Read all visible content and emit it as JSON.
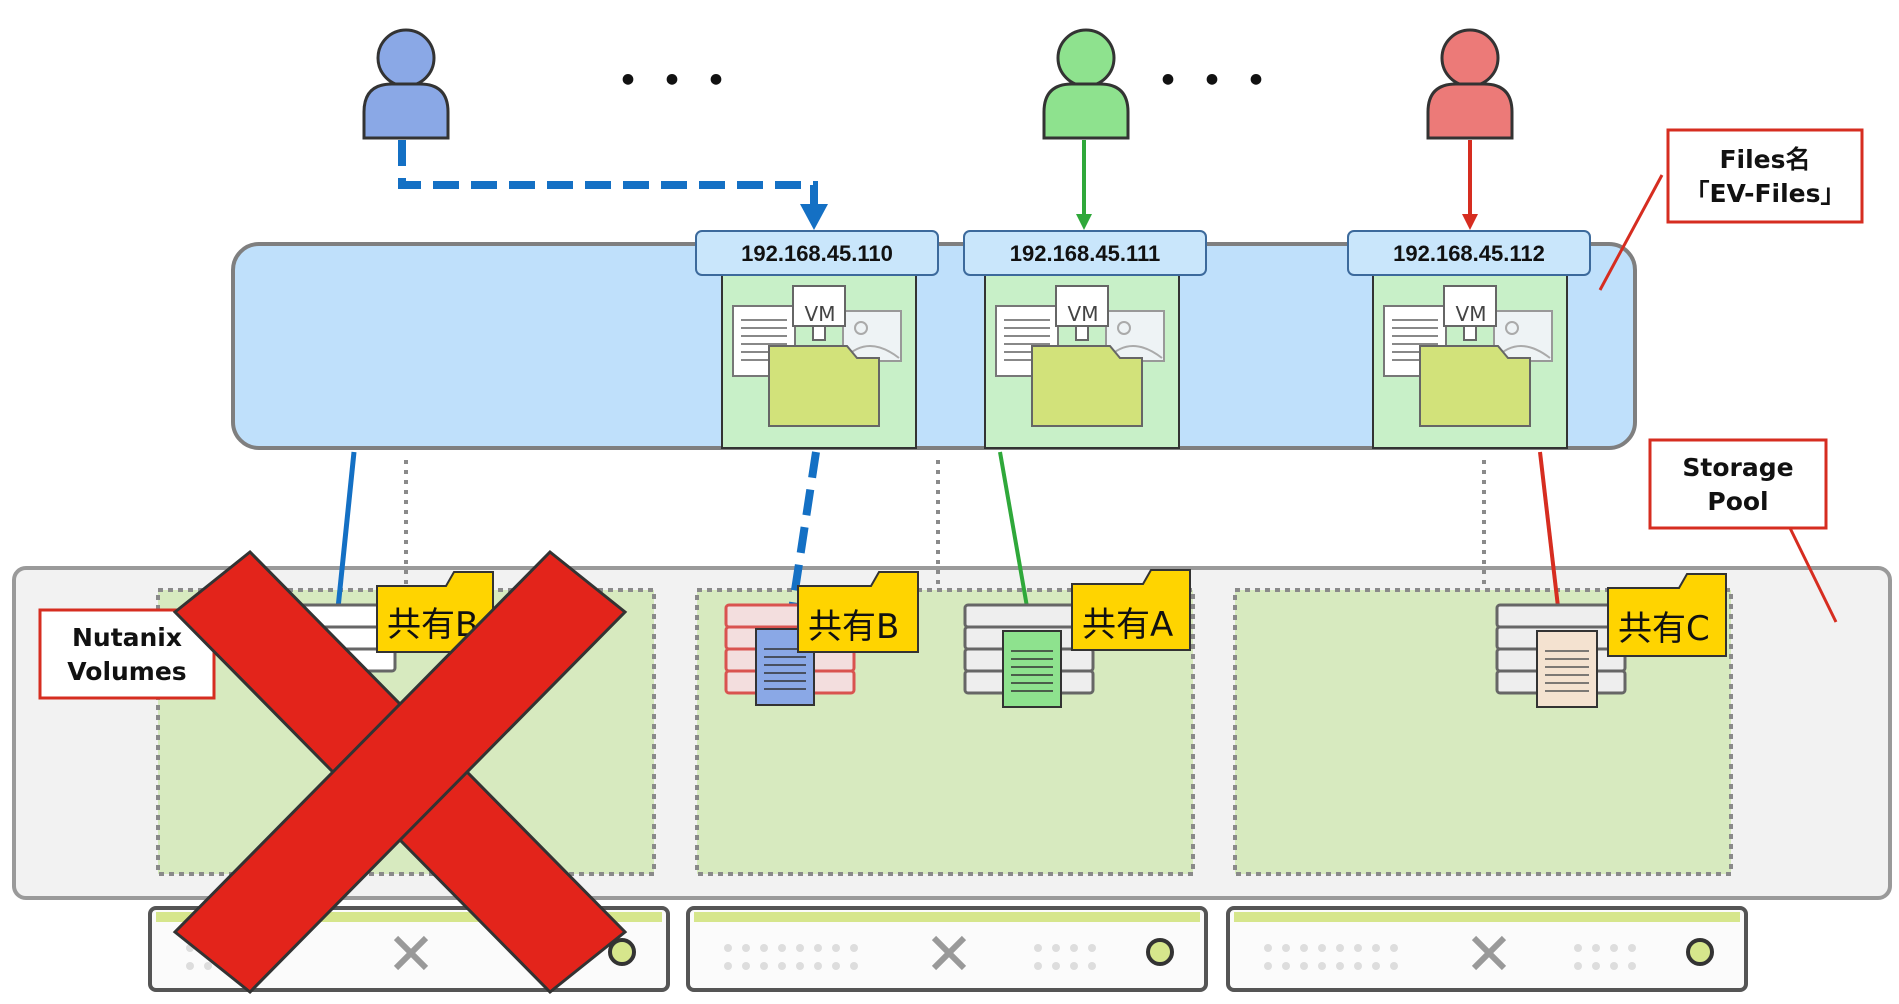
{
  "users": {
    "blue": {
      "color": "#8aa8e6",
      "icon": "user-icon"
    },
    "green": {
      "color": "#8ee28e",
      "icon": "user-icon"
    },
    "red": {
      "color": "#ec7a78",
      "icon": "user-icon"
    },
    "ellipsis_1": "・・・",
    "ellipsis_2": "・・・"
  },
  "file_server": {
    "ips": [
      "192.168.45.110",
      "192.168.45.111",
      "192.168.45.112"
    ],
    "vm_label": "VM"
  },
  "callouts": {
    "files_name_line1": "Files名",
    "files_name_line2": "「EV-Files」",
    "storage_pool_line1": "Storage",
    "storage_pool_line2": "Pool",
    "volumes_line1": "Nutanix",
    "volumes_line2": "Volumes"
  },
  "shares": {
    "share_failed": "共有B",
    "share_b": "共有B",
    "share_a": "共有A",
    "share_c": "共有C"
  },
  "colors": {
    "blue_path": "#1470c4",
    "green_path": "#2fa83a",
    "red_path": "#d62d20",
    "cross": "#e3241b",
    "file_server_fill": "#bfe0fb",
    "storage_pool_fill": "#f2f2f2",
    "volume_group_fill": "#d7eabf",
    "share_folder": "#ffd400",
    "callout_border": "#d62d20"
  },
  "failure_marker": "red-cross-icon"
}
